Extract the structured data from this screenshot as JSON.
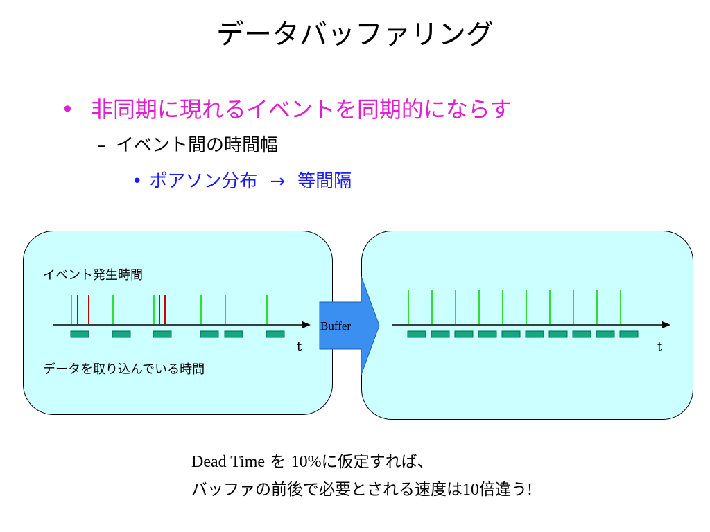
{
  "slide": {
    "title": "データバッファリング",
    "bullet1": "非同期に現れるイベントを同期的にならす",
    "bullet2": "イベント間の時間幅",
    "bullet3_left": "ポアソン分布",
    "bullet3_arrow": "→",
    "bullet3_right": "等間隔",
    "bullet_symbol": "•",
    "dash_symbol": "–"
  },
  "diagram": {
    "left": {
      "event_label": "イベント発生時間",
      "readout_label": "データを取り込んでいる時間",
      "axis_label": "t"
    },
    "right": {
      "axis_label": "t"
    },
    "buffer_label": "Buffer",
    "colors": {
      "panel": "#ccffff",
      "accepted_event": "#33dd33",
      "lost_event": "#cc0000",
      "readout_block": "#13a87f",
      "buffer_arrow": "#3b8ff0"
    }
  },
  "note": {
    "line1_part1": "Dead Time",
    "line1_part2": " を ",
    "line1_part3": "10%",
    "line1_part4": "に仮定すれば、",
    "line2_part1": "バッファの前後で必要とされる速度は",
    "line2_part2": "10",
    "line2_part3": "倍違う",
    "line2_part4": "!"
  }
}
